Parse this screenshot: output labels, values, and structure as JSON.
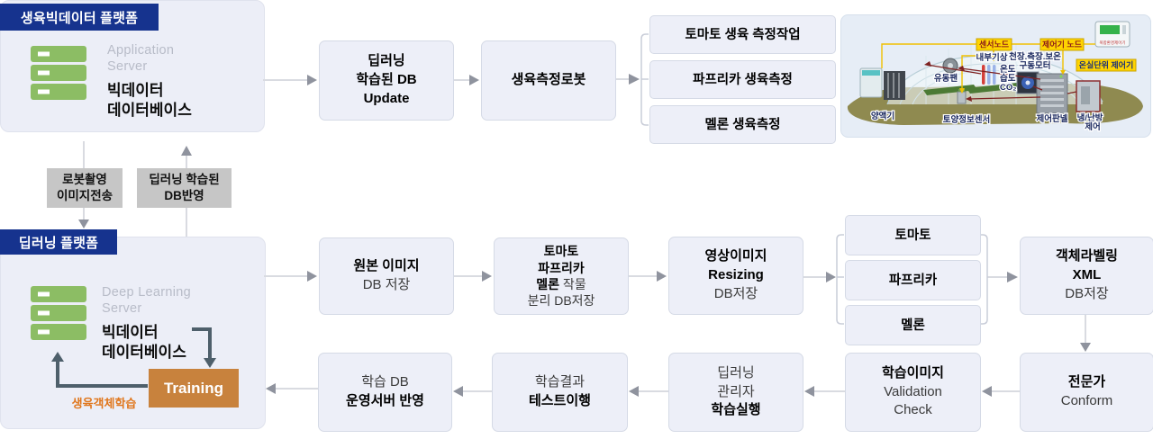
{
  "colors": {
    "navy_banner": "#16338e",
    "box_fill": "#edeff8",
    "box_border": "#d5dae6",
    "chip_gray": "#c6c6c6",
    "training_orange": "#c8823d",
    "caption_orange": "#e0761c",
    "server_green": "#8cbd64",
    "arrow_gray": "#8f939e",
    "loop_slate": "#4e5f6b",
    "label_yellow": "#ffd400"
  },
  "top_platform": {
    "banner": "생육빅데이터 플랫폼",
    "server_type_line1": "Application",
    "server_type_line2": "Server",
    "server_name_line1": "빅데이터",
    "server_name_line2": "데이터베이스"
  },
  "top_flow": {
    "db_update_line1": "딥러닝",
    "db_update_line2": "학습된 DB",
    "db_update_line3": "Update",
    "robot": "생육측정로봇",
    "tasks": [
      "토마토 생육 측정작업",
      "파프리카 생육측정",
      "멜론 생육측정"
    ]
  },
  "transfer": {
    "robot_image_line1": "로봇촬영",
    "robot_image_line2": "이미지전송",
    "db_reflect_line1": "딥러닝 학습된",
    "db_reflect_line2": "DB반영"
  },
  "dl_platform": {
    "banner": "딥러닝 플랫폼",
    "server_type_line1": "Deep Learning",
    "server_type_line2": "Server",
    "server_name_line1": "빅데이터",
    "server_name_line2": "데이터베이스",
    "training": "Training",
    "training_caption": "생육객체학습"
  },
  "mid_flow": {
    "original_bold": "원본 이미지",
    "original_normal": "DB 저장",
    "separate_line1": "토마토",
    "separate_line2": "파프리카",
    "separate_line3_bold": "멜론",
    "separate_line3_normal": " 작물",
    "separate_line4": "분리 DB저장",
    "resizing_line1": "영상이미지",
    "resizing_line2": "Resizing",
    "resizing_line3": "DB저장",
    "crops": [
      "토마토",
      "파프리카",
      "멜론"
    ],
    "labeling_line1": "객체라벨링",
    "labeling_line2": "XML",
    "labeling_line3": "DB저장"
  },
  "bottom_flow": {
    "conform_bold": "전문가",
    "conform_normal": "Conform",
    "validation_bold": "학습이미지",
    "validation_line2": "Validation",
    "validation_line3": "Check",
    "execute_line1": "딥러닝",
    "execute_line2": "관리자",
    "execute_bold": "학습실행",
    "test_normal": "학습결과",
    "test_bold": "테스트이행",
    "deploy_normal": "학습 DB",
    "deploy_bold": "운영서버 반영"
  },
  "greenhouse": {
    "sensor_node": "센서노드",
    "controller_node": "제어기 노드",
    "device_label": "복합환경제어기",
    "unit_controller": "온실단위 제어기",
    "indoor_weather": "내부기상",
    "motor_line1": "천장.측장.보온",
    "motor_line2": "구동모터",
    "temp": "온도",
    "humidity": "습도",
    "co2": "CO₂",
    "fan": "유동팬",
    "nutrient_machine": "양액기",
    "soil_sensor": "토양정보센서",
    "control_panel": "제어판넬",
    "hvac_line1": "냉/난방",
    "hvac_line2": "제어"
  }
}
